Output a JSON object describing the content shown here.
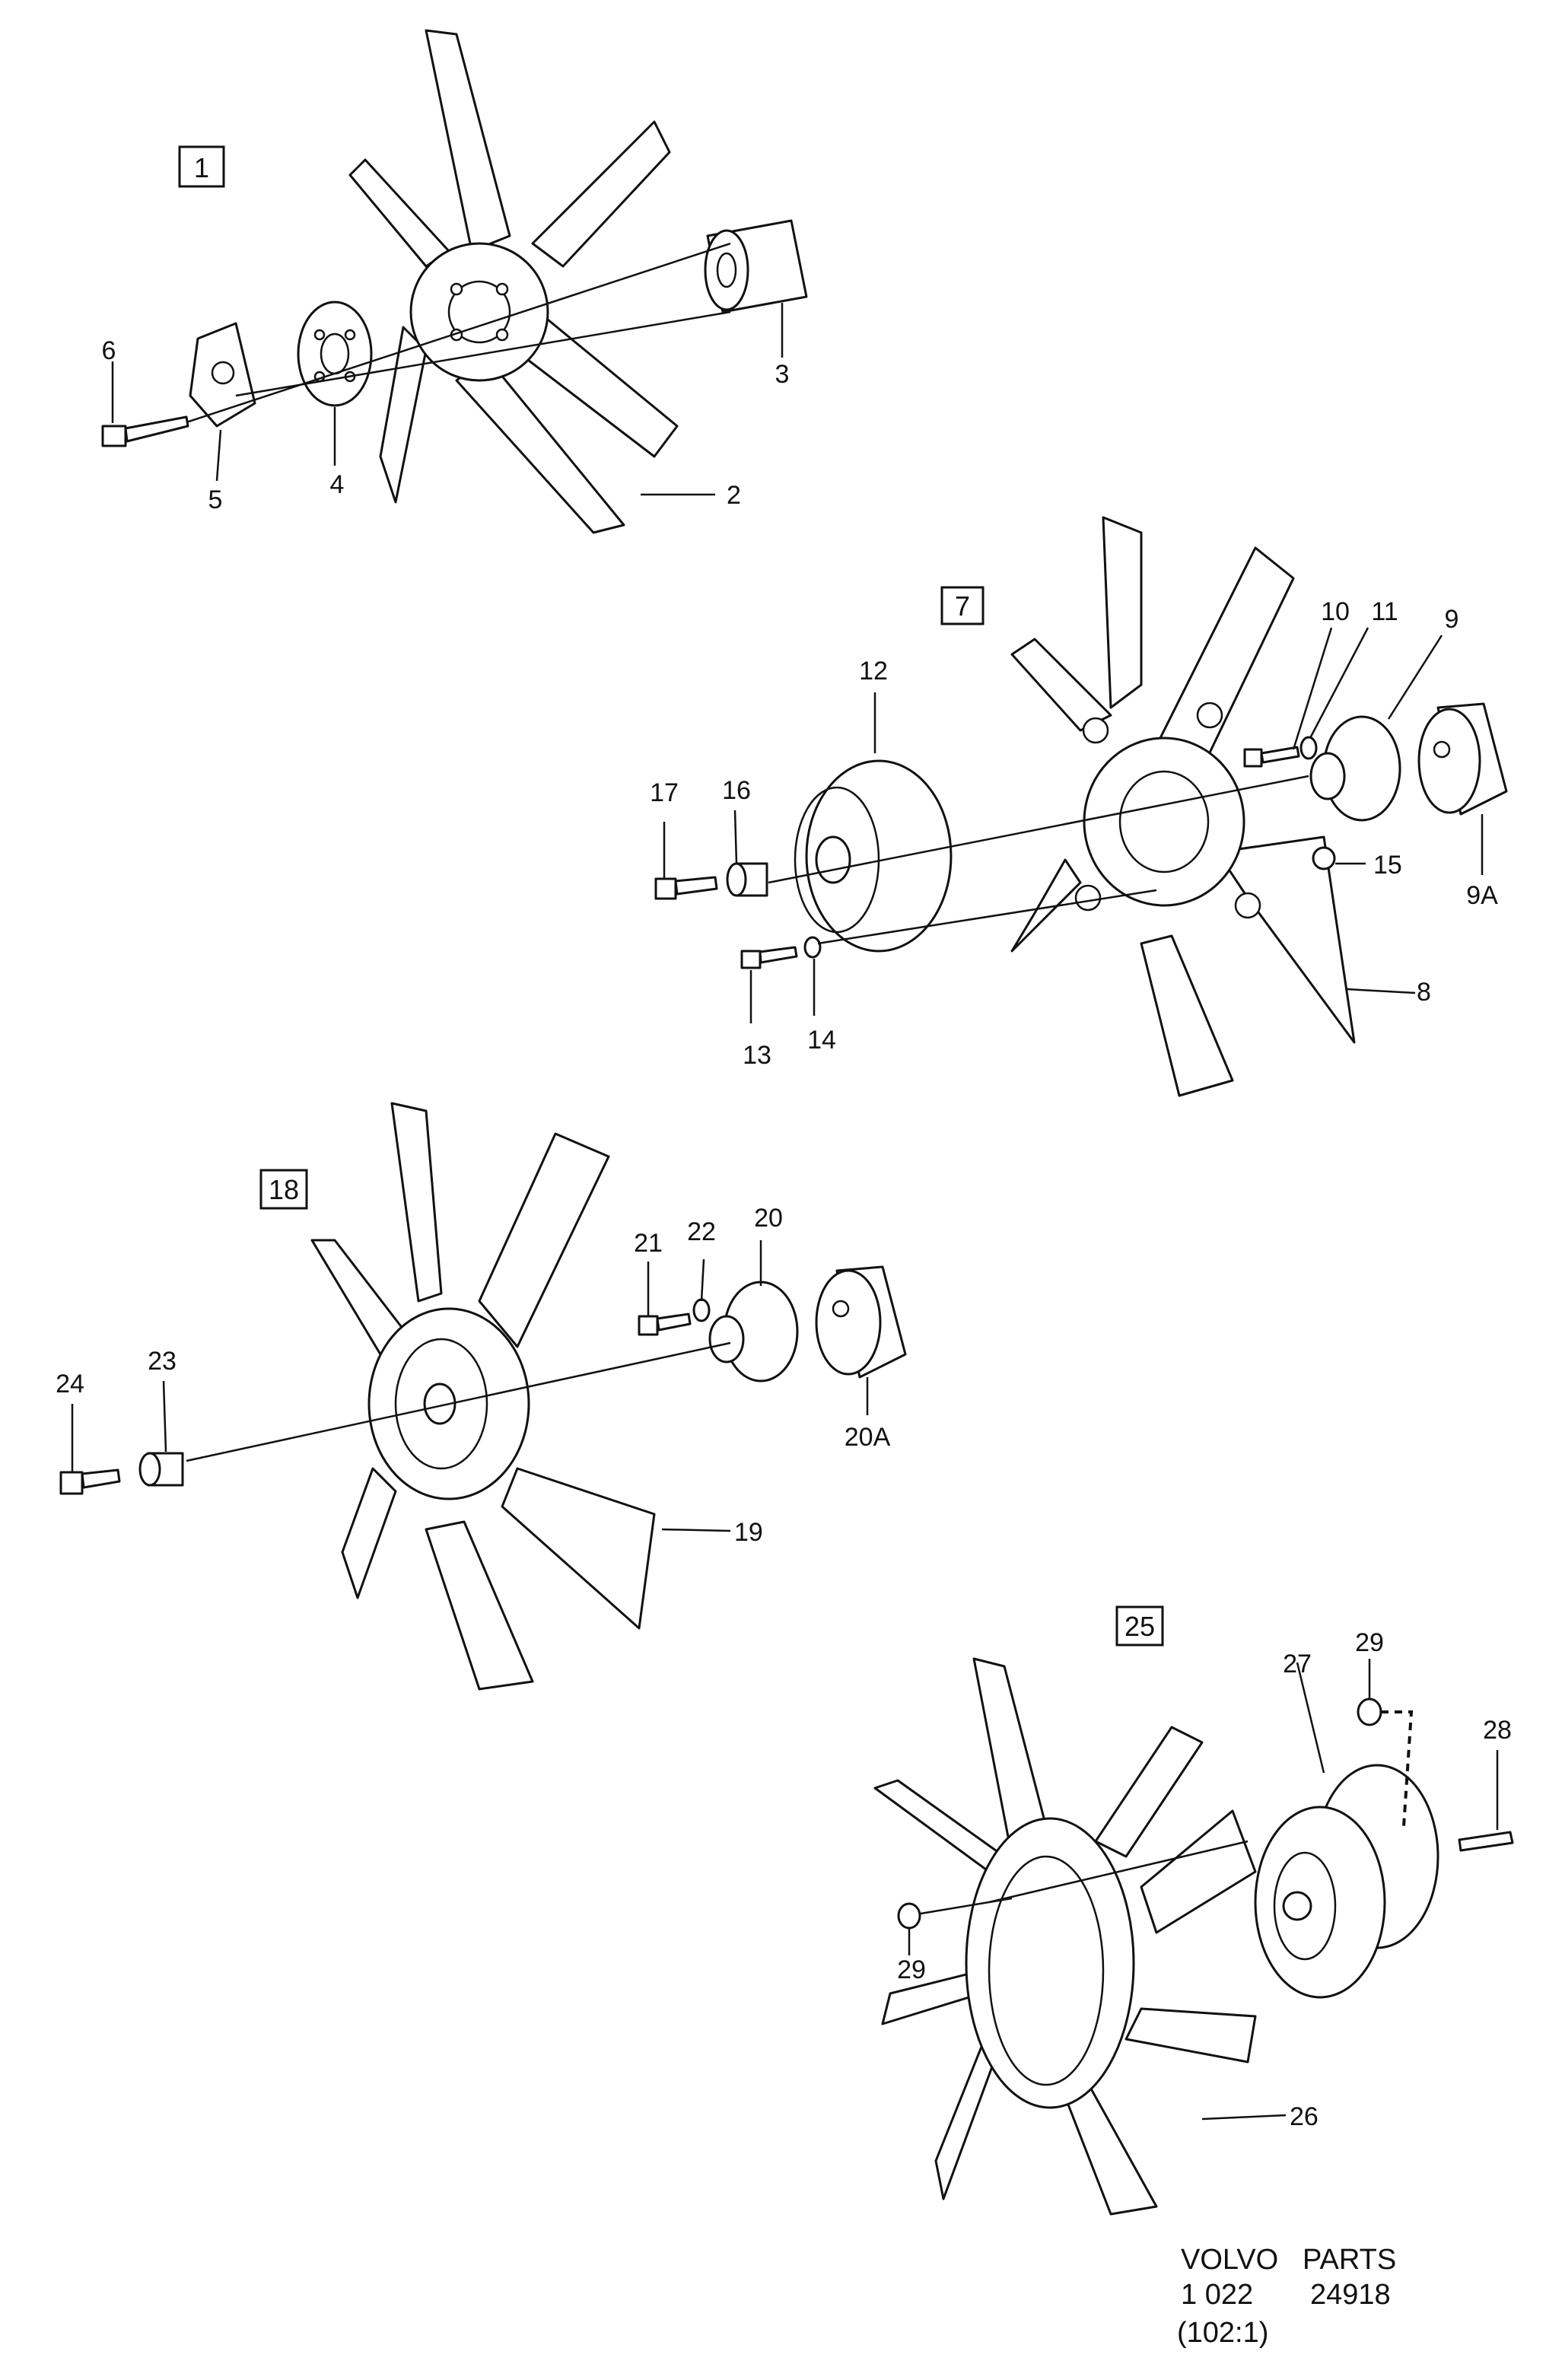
{
  "groups": {
    "g1": "1",
    "g7": "7",
    "g18": "18",
    "g25": "25"
  },
  "labels": {
    "p2": "2",
    "p3": "3",
    "p4": "4",
    "p5": "5",
    "p6": "6",
    "p8": "8",
    "p9": "9",
    "p9a": "9A",
    "p10": "10",
    "p11": "11",
    "p12": "12",
    "p13": "13",
    "p14": "14",
    "p15": "15",
    "p16": "16",
    "p17": "17",
    "p19": "19",
    "p20": "20",
    "p20a": "20A",
    "p21": "21",
    "p22": "22",
    "p23": "23",
    "p24": "24",
    "p26": "26",
    "p27": "27",
    "p28": "28",
    "p29a": "29",
    "p29b": "29"
  },
  "footer": {
    "brand": "VOLVO",
    "section": "PARTS",
    "code1": "1 022",
    "code2": "24918",
    "scale": "(102:1)"
  }
}
